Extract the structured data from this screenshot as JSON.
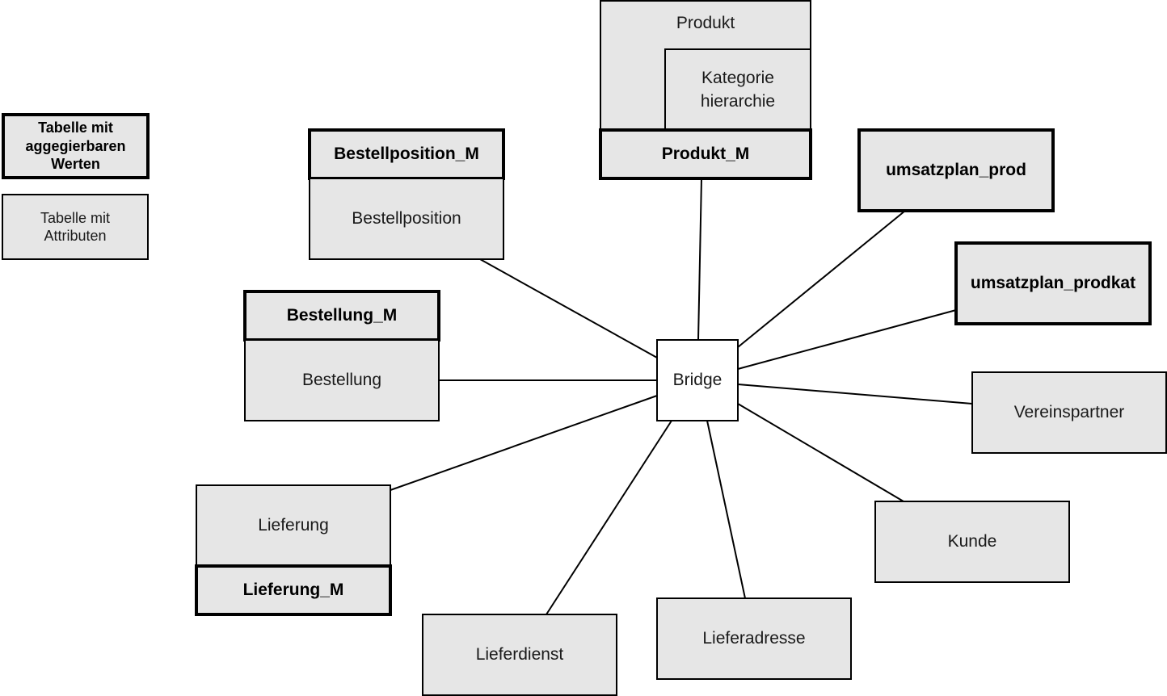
{
  "legend": {
    "aggregatable": "Tabelle mit\naggegierbaren\nWerten",
    "attributes": "Tabelle mit\nAttributen"
  },
  "nodes": {
    "produkt": "Produkt",
    "kategorie": "Kategorie\nhierarchie",
    "produkt_m": "Produkt_M",
    "bestellposition_m": "Bestellposition_M",
    "bestellposition": "Bestellposition",
    "bestellung_m": "Bestellung_M",
    "bestellung": "Bestellung",
    "umsatzplan_prod": "umsatzplan_prod",
    "umsatzplan_prodkat": "umsatzplan_prodkat",
    "bridge": "Bridge",
    "vereinspartner": "Vereinspartner",
    "kunde": "Kunde",
    "lieferung": "Lieferung",
    "lieferung_m": "Lieferung_M",
    "lieferdienst": "Lieferdienst",
    "lieferadresse": "Lieferadresse"
  },
  "colors": {
    "box_fill": "#e6e6e6",
    "bridge_fill": "#ffffff",
    "stroke": "#000000"
  }
}
